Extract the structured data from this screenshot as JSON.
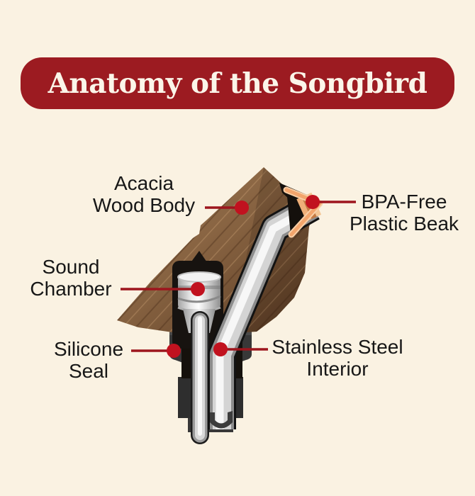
{
  "banner": {
    "title": "Anatomy of the Songbird"
  },
  "labels": {
    "acacia": {
      "line1": "Acacia",
      "line2": "Wood Body"
    },
    "beak": {
      "line1": "BPA-Free",
      "line2": "Plastic Beak"
    },
    "sound": {
      "line1": "Sound",
      "line2": "Chamber"
    },
    "seal": {
      "line1": "Silicone",
      "line2": "Seal"
    },
    "steel": {
      "line1": "Stainless Steel",
      "line2": "Interior"
    }
  },
  "colors": {
    "background": "#FAF2E2",
    "banner_bg": "#9C1B21",
    "banner_text": "#FBF5E9",
    "label_text": "#171717",
    "leader_line": "#9D151D",
    "leader_dot": "#C1121F",
    "wood_light": "#97714D",
    "wood_dark": "#63422A",
    "cavity_black": "#15110C",
    "metal_highlight": "#F7F7F7",
    "metal_mid": "#D4D4D4",
    "metal_shadow": "#8D8D8D",
    "beak_outline": "#F3A56C",
    "beak_copper": "#C67B42",
    "seal_gray": "#383838"
  }
}
